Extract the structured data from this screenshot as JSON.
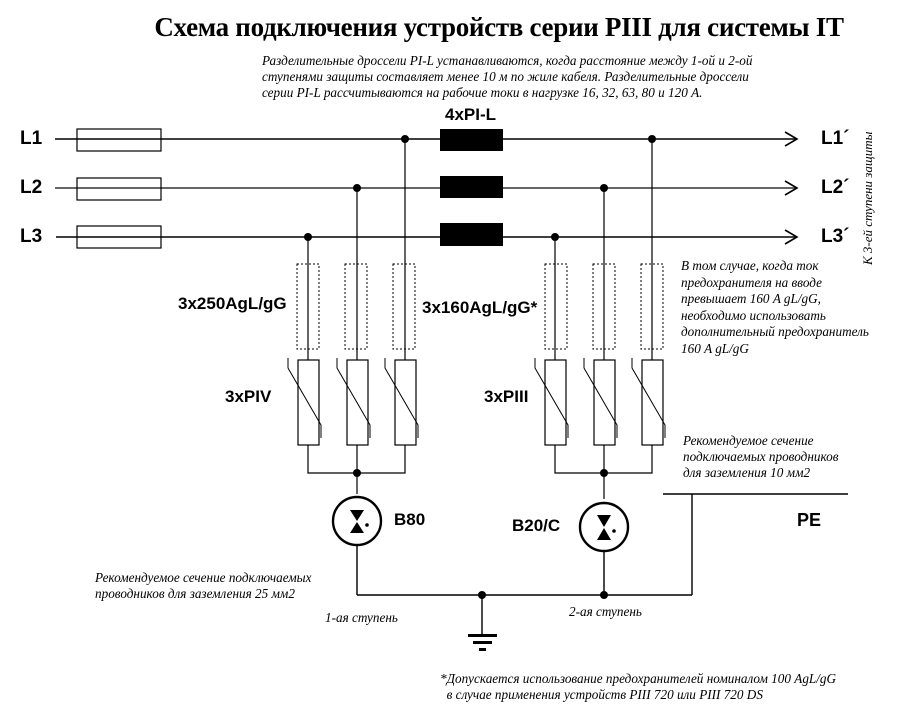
{
  "title": "Схема подключения устройств серии PIII для системы IT",
  "notes": {
    "top": "Разделительные дроссели PI-L устанавливаются, когда расстояние между 1-ой и 2-ой\nступенями защиты составляет менее 10 м по жиле кабеля. Разделительные дроссели\nсерии PI-L рассчитываются на рабочие токи в нагрузке 16, 32, 63, 80 и 120 A.",
    "right_fuse": "В том случае, когда ток\nпредохранителя на вводе\nпревышает 160 A gL/gG,\nнеобходимо использовать\nдополнительный предохранитель\n160 A gL/gG",
    "right_section": "Рекомендуемое сечение\nподключаемых проводников\nдля заземления 10 мм2",
    "left_section": "Рекомендуемое сечение подключаемых\nпроводников для заземления 25 мм2",
    "footnote": "*Допускается использование предохранителей номиналом 100 AgL/gG\n  в случае применения устройств PIII 720 или PIII 720 DS",
    "vertical": "К 3-ей ступени защиты"
  },
  "lines": {
    "inputs": [
      "L1",
      "L2",
      "L3"
    ],
    "outputs": [
      "L1´",
      "L2´",
      "L3´"
    ]
  },
  "labels": {
    "chokes": "4xPI-L",
    "fuses_stage1": "3x250AgL/gG",
    "fuses_stage2": "3x160AgL/gG*",
    "spd_stage1": "3xPIV",
    "spd_stage2": "3xPIII",
    "gap_stage1": "B80",
    "gap_stage2": "B20/C",
    "pe": "PE",
    "stage1": "1-ая ступень",
    "stage2": "2-ая ступень"
  }
}
